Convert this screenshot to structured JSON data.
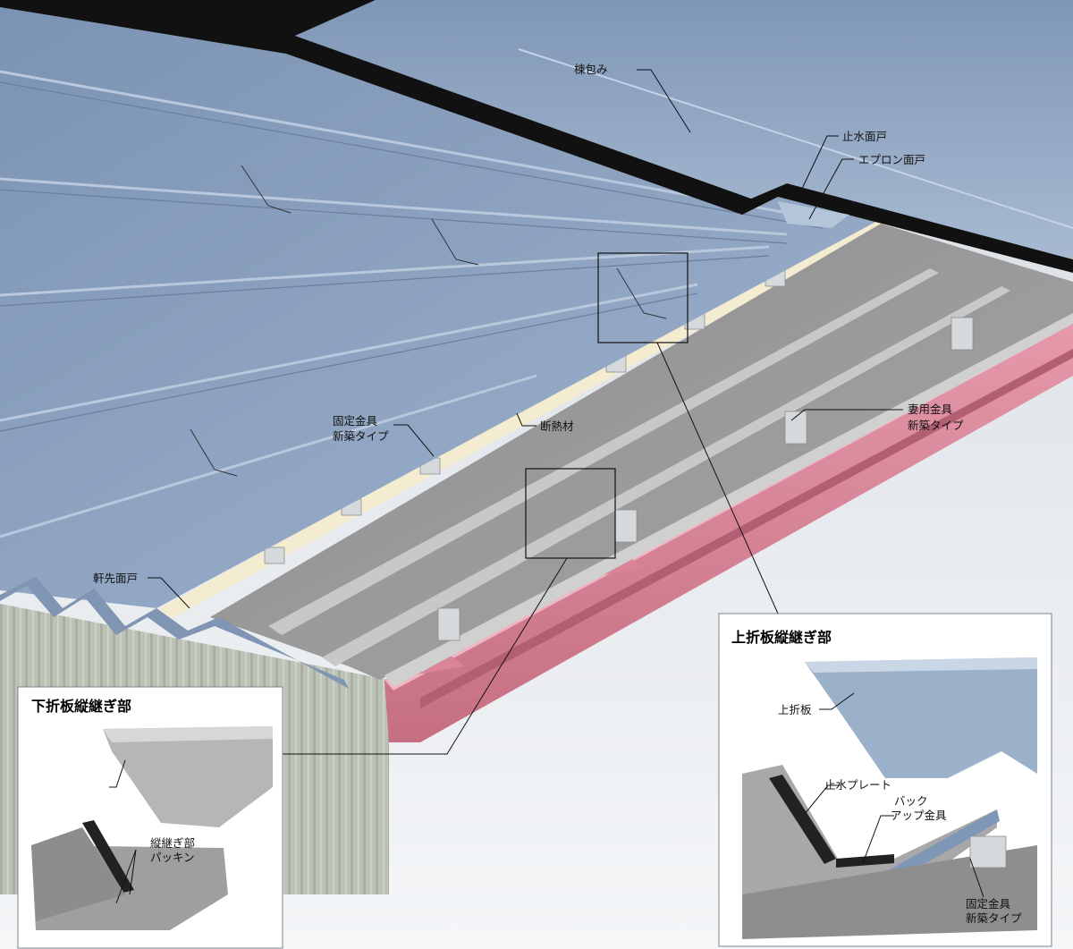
{
  "labels": {
    "ridge_cover": "棟包み",
    "water_stop_filler": "止水面戸",
    "apron_filler": "エプロン面戸",
    "fixing_bracket_1": "固定金具",
    "fixing_bracket_2": "新築タイプ",
    "insulation": "断熱材",
    "gable_bracket_1": "妻用金具",
    "gable_bracket_2": "新築タイプ",
    "eave_filler": "軒先面戸"
  },
  "inset_lower": {
    "title": "下折板縦継ぎ部",
    "packing_1": "縦継ぎ部",
    "packing_2": "パッキン"
  },
  "inset_upper": {
    "title": "上折板縦継ぎ部",
    "upper_sheet": "上折板",
    "water_stop_plate": "止水プレート",
    "backup_1": "バック",
    "backup_2": "アップ金具",
    "fixing_1": "固定金具",
    "fixing_2": "新築タイプ"
  },
  "colors": {
    "roof_blue": "#8ea3bf",
    "steel_pink": "#d77f92",
    "insulation_cream": "#f4ecd0",
    "lower_sheet_gray": "#9a9a9a",
    "wall_gray": "#b9bfb3"
  }
}
